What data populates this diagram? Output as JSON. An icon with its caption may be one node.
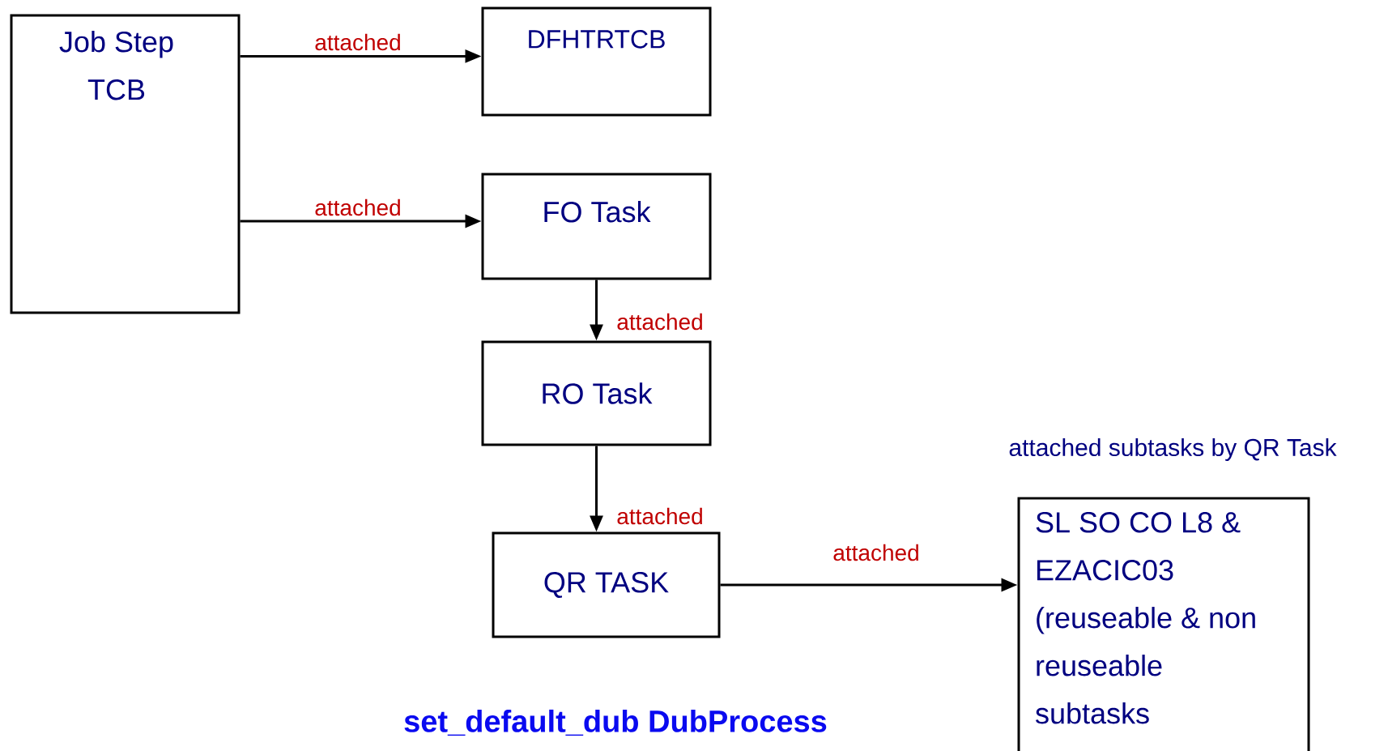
{
  "diagram": {
    "title": "set_default_dub DubProcess",
    "nodes": [
      {
        "text": [
          "Job Step TCB"
        ]
      },
      {
        "text": [
          "DFHTRTCB"
        ]
      },
      {
        "text": [
          "FO Task"
        ]
      },
      {
        "text": [
          "RO Task"
        ]
      },
      {
        "text": [
          "QR TASK"
        ]
      },
      {
        "text": [
          "SL SO CO L8 & EZACIC03 (reuseable & non reuseable subtasks"
        ],
        "beside": [
          "attached subtasks by QR Task"
        ]
      }
    ],
    "edges": [
      {
        "from": 0,
        "to": 1,
        "arrow": "to",
        "label": "attached"
      },
      {
        "from": 0,
        "to": 2,
        "arrow": "to",
        "label": "attached"
      },
      {
        "from": 2,
        "to": 3,
        "arrow": "to",
        "label": "attached"
      },
      {
        "from": 3,
        "to": 4,
        "arrow": "to",
        "label": "attached"
      },
      {
        "from": 4,
        "to": 5,
        "arrow": "to",
        "label": "attached"
      }
    ]
  }
}
